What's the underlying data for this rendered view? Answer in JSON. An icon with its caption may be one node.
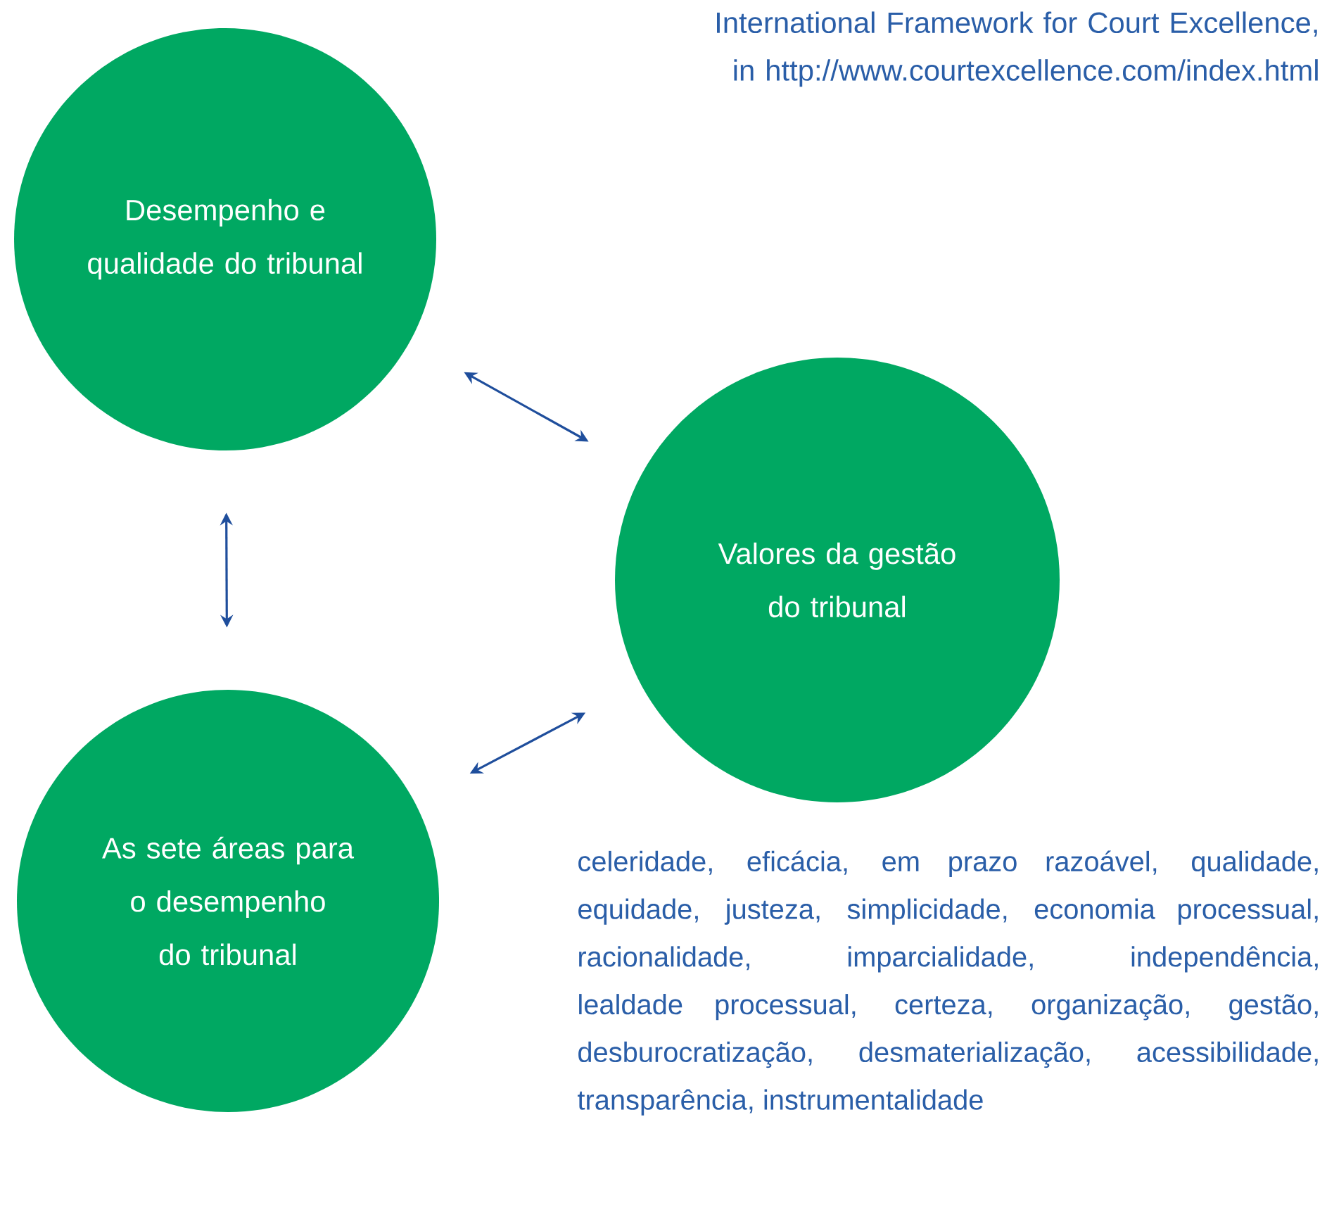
{
  "diagram": {
    "nodes": [
      {
        "text": [
          "Desempenho e qualidade do tribunal"
        ]
      },
      {
        "text": [
          "As sete áreas para o desempenho do tribunal"
        ]
      },
      {
        "text": [
          "Valores da gestão do tribunal"
        ]
      }
    ],
    "edges": [
      {
        "from": 0,
        "to": 2,
        "arrow": "both"
      },
      {
        "from": 0,
        "to": 1,
        "arrow": "both"
      },
      {
        "from": 1,
        "to": 2,
        "arrow": "both"
      }
    ],
    "labels": [
      "International Framework for Court Excellence, in http://www.courtexcellence.com/index.html",
      "celeridade, eficácia, em prazo razoável, qualidade, equidade, justeza, simplicidade, economia processual, racionalidade, imparcialidade, independência, lealdade processual, certeza, organização, gestão, desburocratização, desmaterialização, acessibilidade, transparência, instrumentalidade"
    ]
  }
}
